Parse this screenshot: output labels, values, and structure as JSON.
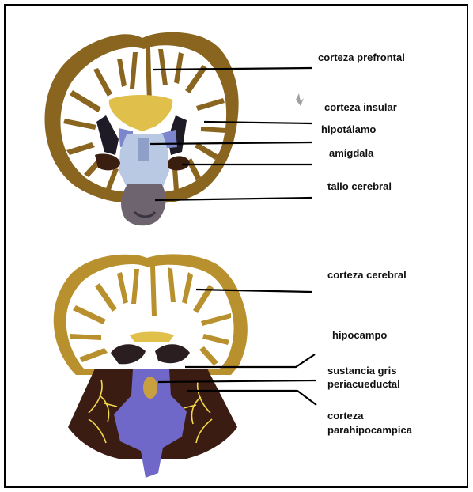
{
  "labels": {
    "prefrontal": "corteza prefrontal",
    "insular": "corteza insular",
    "hypothalamus": "hipotálamo",
    "amygdala": "amígdala",
    "brainstem": "tallo cerebral",
    "cerebral_cortex": "corteza cerebral",
    "hippocampus": "hipocampo",
    "pag_line1": "sustancia gris",
    "pag_line2": "periacueductal",
    "parahip_line1": "corteza",
    "parahip_line2": "parahipocampica"
  },
  "colors": {
    "cortex_top": "#8a6520",
    "cortex_bottom": "#b8902e",
    "white_matter": "#ffffff",
    "thalamus_gold": "#e0c04a",
    "ventricle_dark": "#1e1a26",
    "hypothalamus_blue": "#7d86cc",
    "amygdala_brown": "#3a1e10",
    "midbrain_light": "#b9c9e4",
    "brainstem_gray": "#6d6470",
    "cerebellum_dark": "#3b1c12",
    "cerebellum_lines": "#f2d84a",
    "brainstem_purple": "#7068c8",
    "pag_gold": "#c9a040",
    "border": "#000000"
  }
}
